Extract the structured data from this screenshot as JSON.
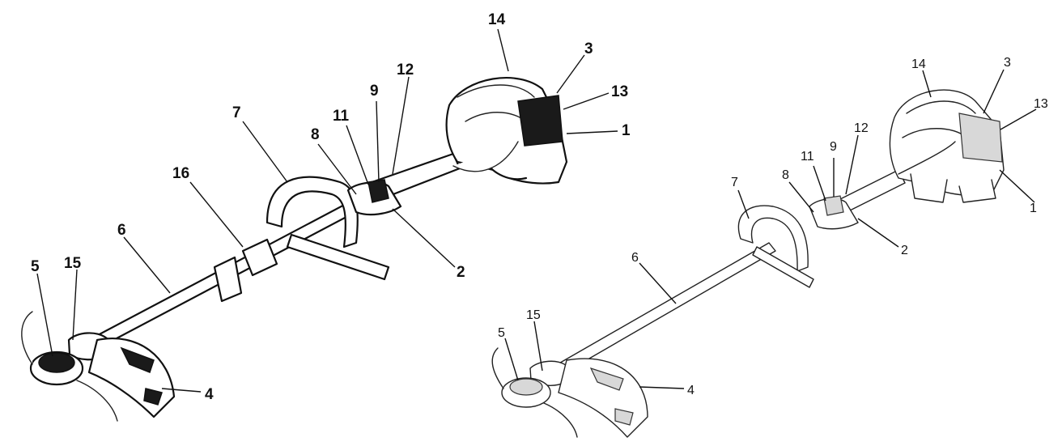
{
  "figure_left": {
    "labels": [
      "14",
      "3",
      "13",
      "1",
      "12",
      "9",
      "11",
      "8",
      "7",
      "16",
      "6",
      "5",
      "15",
      "2",
      "4"
    ]
  },
  "figure_right": {
    "labels": [
      "14",
      "3",
      "13",
      "1",
      "12",
      "9",
      "11",
      "8",
      "7",
      "6",
      "15",
      "5",
      "2",
      "4"
    ]
  }
}
